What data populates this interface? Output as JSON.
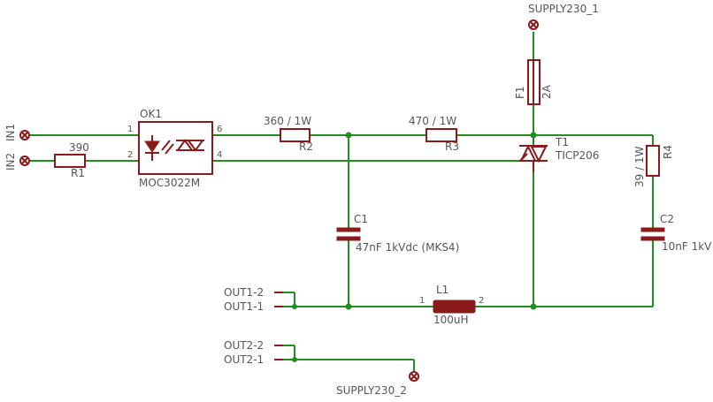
{
  "supplies": {
    "supply_top": "SUPPLY230_1",
    "supply_bottom": "SUPPLY230_2"
  },
  "inputs": {
    "in1": "IN1",
    "in2": "IN2"
  },
  "outputs": {
    "out1_2": "OUT1-2",
    "out1_1": "OUT1-1",
    "out2_2": "OUT2-2",
    "out2_1": "OUT2-1"
  },
  "components": {
    "ok1": {
      "name": "OK1",
      "value": "MOC3022M",
      "pins": [
        "1",
        "2",
        "6",
        "4"
      ]
    },
    "r1": {
      "name": "R1",
      "value": "390"
    },
    "r2": {
      "name": "R2",
      "value": "360 / 1W"
    },
    "r3": {
      "name": "R3",
      "value": "470 / 1W"
    },
    "r4": {
      "name": "R4",
      "value": "39 / 1W"
    },
    "c1": {
      "name": "C1",
      "value": "47nF 1kVdc (MKS4)"
    },
    "c2": {
      "name": "C2",
      "value": "10nF 1kV"
    },
    "l1": {
      "name": "L1",
      "value": "100uH",
      "pins": [
        "1",
        "2"
      ]
    },
    "t1": {
      "name": "T1",
      "value": "TICP206"
    },
    "f1": {
      "name": "F1",
      "value": "2A"
    }
  },
  "colors": {
    "wire": "#1f8f1f",
    "part": "#8b1a1a",
    "text": "#555555"
  }
}
